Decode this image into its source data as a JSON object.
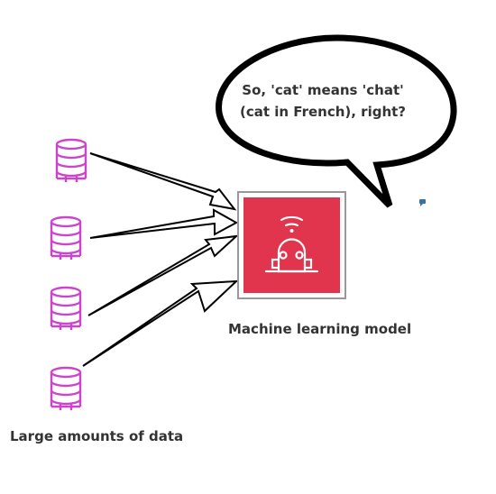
{
  "speech_bubble": {
    "line1": "So, 'cat' means 'chat'",
    "line2": "(cat in French), right?"
  },
  "model": {
    "label": "Machine learning model",
    "icon": "robot-icon",
    "color": "#e0354d"
  },
  "data_sources": {
    "label": "Large amounts of data",
    "icon": "database-icon",
    "color": "#cc44cc",
    "count": 4
  }
}
